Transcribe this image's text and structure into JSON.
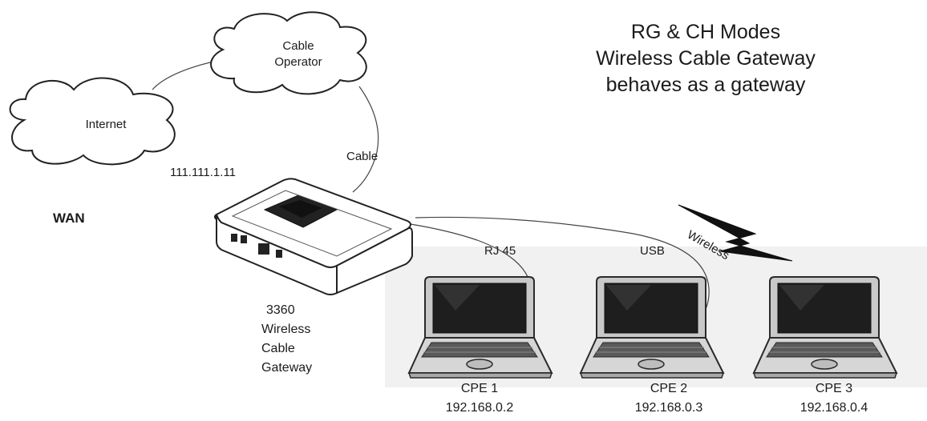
{
  "title_lines": [
    "RG & CH Modes",
    "Wireless Cable Gateway",
    "behaves as a gateway"
  ],
  "clouds": {
    "internet": "Internet",
    "operator_line1": "Cable",
    "operator_line2": "Operator"
  },
  "labels": {
    "cable": "Cable",
    "wan_ip": "111.111.1.11",
    "wan": "WAN",
    "rj45": "RJ 45",
    "usb": "USB",
    "wireless": "Wireless"
  },
  "gateway_lines": [
    "3360",
    "Wireless",
    "Cable",
    "Gateway"
  ],
  "cpes": [
    {
      "name": "CPE 1",
      "ip": "192.168.0.2"
    },
    {
      "name": "CPE 2",
      "ip": "192.168.0.3"
    },
    {
      "name": "CPE 3",
      "ip": "192.168.0.4"
    }
  ],
  "colors": {
    "line": "#333333",
    "cloud_fill": "#ffffff",
    "panel": "#f1f1f1",
    "screen": "#1e1e1e"
  },
  "icons": [
    "cloud-icon",
    "gateway-device-icon",
    "laptop-icon",
    "lightning-bolt-icon"
  ]
}
